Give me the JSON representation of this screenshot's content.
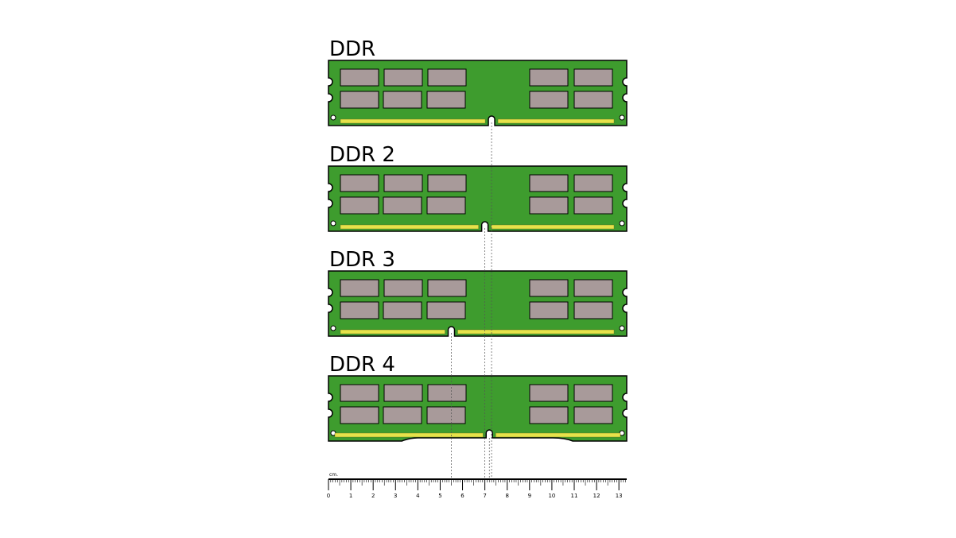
{
  "modules": [
    {
      "title": "DDR",
      "notch_cm": 7.3,
      "edge": "straight"
    },
    {
      "title": "DDR 2",
      "notch_cm": 7.0,
      "edge": "straight"
    },
    {
      "title": "DDR 3",
      "notch_cm": 5.5,
      "edge": "straight"
    },
    {
      "title": "DDR 4",
      "notch_cm": 7.2,
      "edge": "curved"
    }
  ],
  "ruler": {
    "unit": "cm.",
    "ticks": [
      "0",
      "1",
      "2",
      "3",
      "4",
      "5",
      "6",
      "7",
      "8",
      "9",
      "10",
      "11",
      "12",
      "13"
    ]
  },
  "colors": {
    "pcb": "#3e9c2e",
    "chip": "#a89a9a",
    "pins": "#e6e34a",
    "outline": "#000000"
  }
}
